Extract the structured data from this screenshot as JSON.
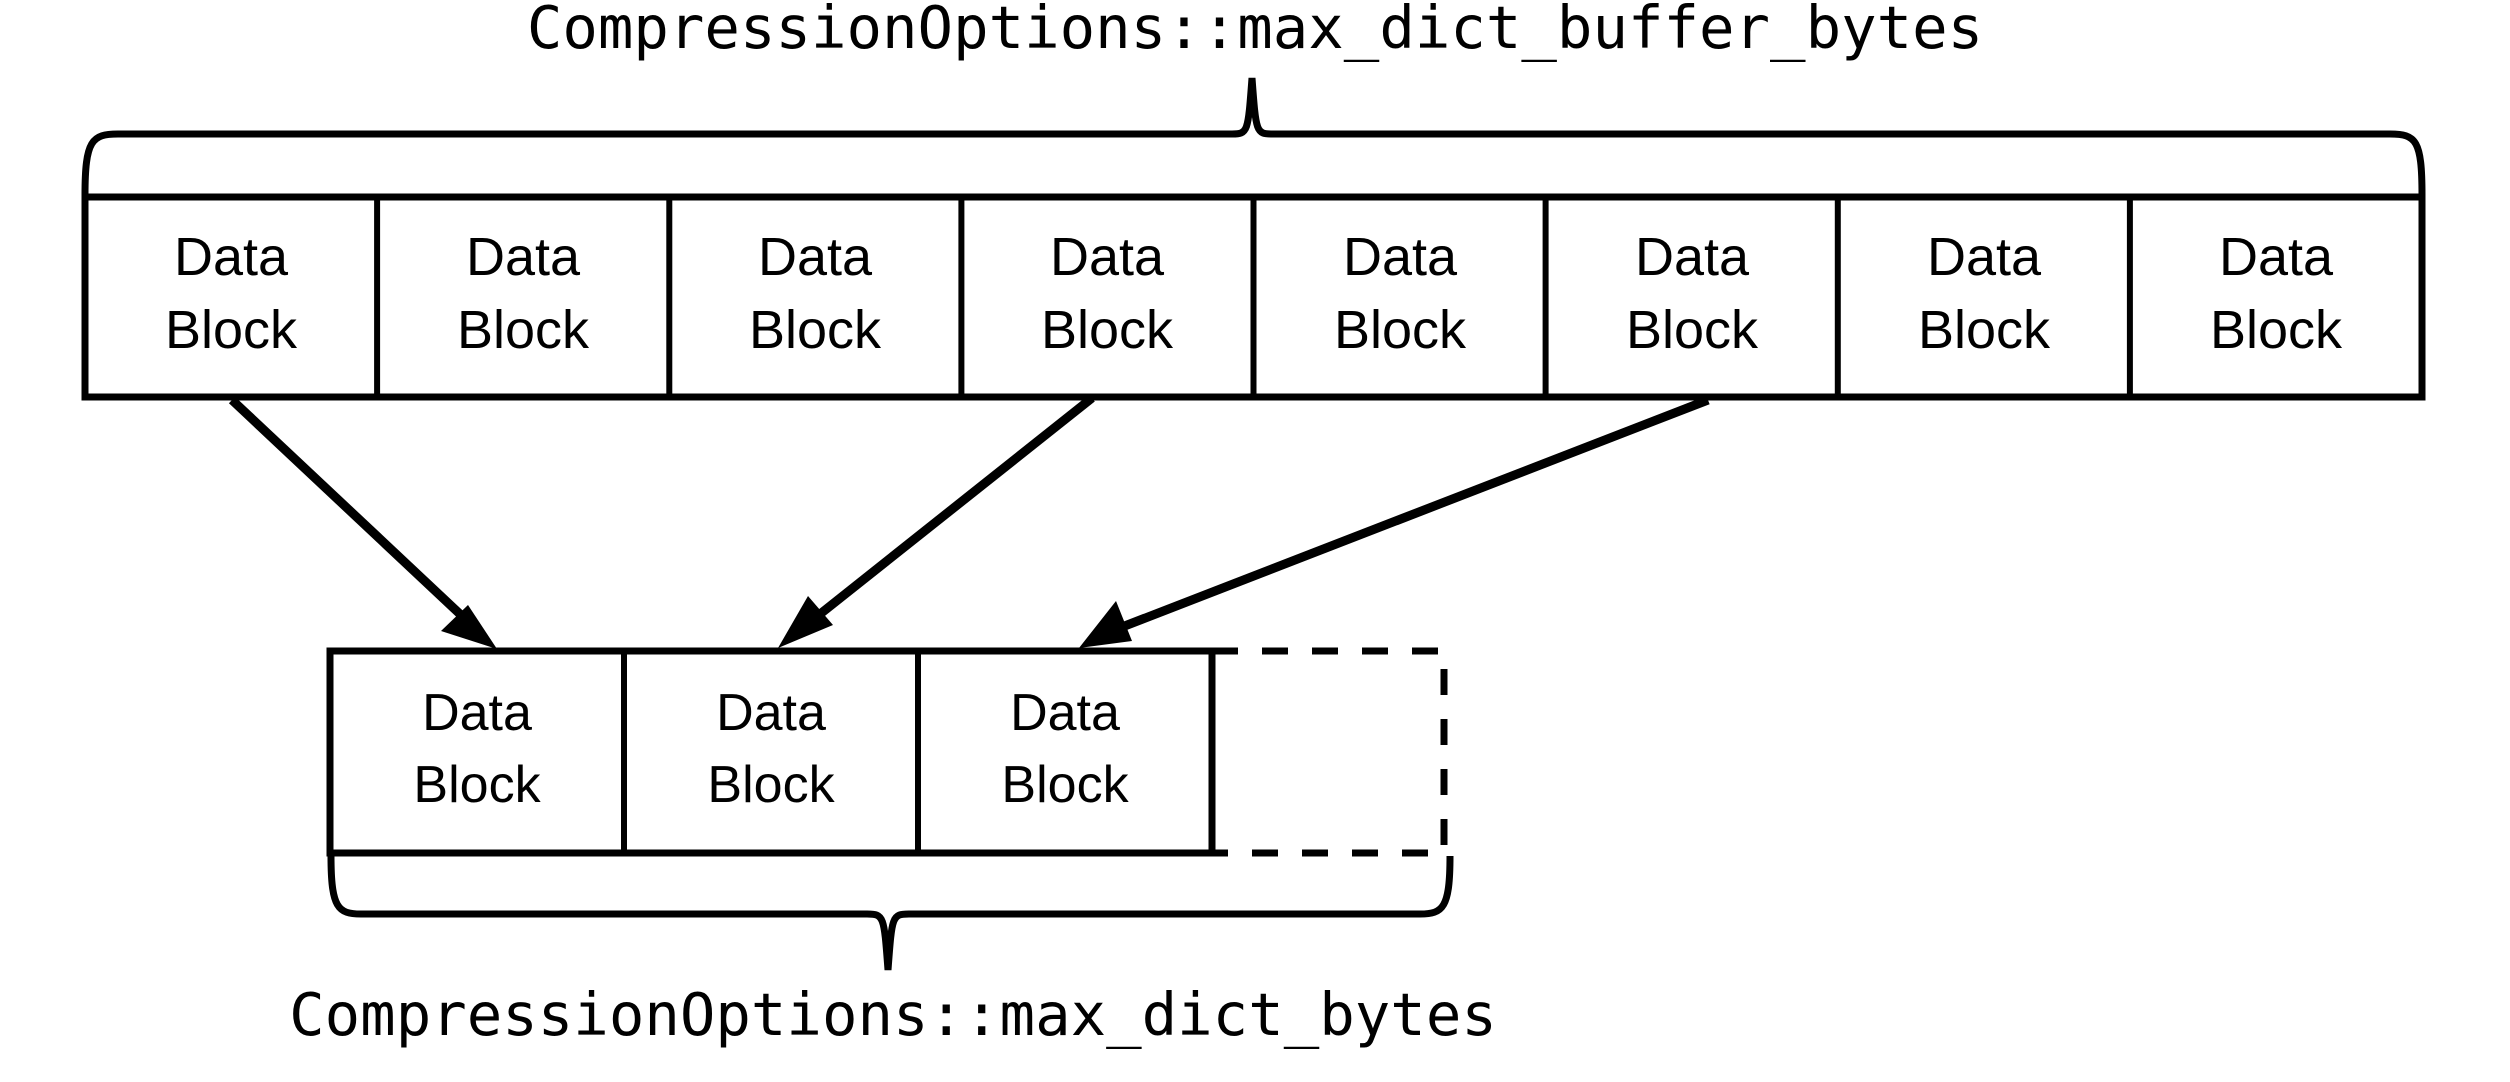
{
  "diagram": {
    "title_top": "CompressionOptions::max_dict_buffer_bytes",
    "title_bottom": "CompressionOptions::max_dict_bytes",
    "block_label_line1": "Data",
    "block_label_line2": "Block",
    "top_row": {
      "block_count": 8,
      "blocks": [
        {
          "line1": "Data",
          "line2": "Block"
        },
        {
          "line1": "Data",
          "line2": "Block"
        },
        {
          "line1": "Data",
          "line2": "Block"
        },
        {
          "line1": "Data",
          "line2": "Block"
        },
        {
          "line1": "Data",
          "line2": "Block"
        },
        {
          "line1": "Data",
          "line2": "Block"
        },
        {
          "line1": "Data",
          "line2": "Block"
        },
        {
          "line1": "Data",
          "line2": "Block"
        }
      ]
    },
    "bottom_row": {
      "block_count": 4,
      "filled_count": 3,
      "empty_count": 1,
      "blocks": [
        {
          "line1": "Data",
          "line2": "Block",
          "style": "solid"
        },
        {
          "line1": "Data",
          "line2": "Block",
          "style": "solid"
        },
        {
          "line1": "Data",
          "line2": "Block",
          "style": "solid"
        },
        {
          "line1": "",
          "line2": "",
          "style": "dashed"
        }
      ]
    },
    "arrows": [
      {
        "from_block_index": 0,
        "to_block_index": 0
      },
      {
        "from_block_index": 3,
        "to_block_index": 1
      },
      {
        "from_block_index": 5,
        "to_block_index": 2
      }
    ],
    "colors": {
      "stroke": "#000000",
      "background": "#ffffff",
      "text": "#000000"
    }
  }
}
